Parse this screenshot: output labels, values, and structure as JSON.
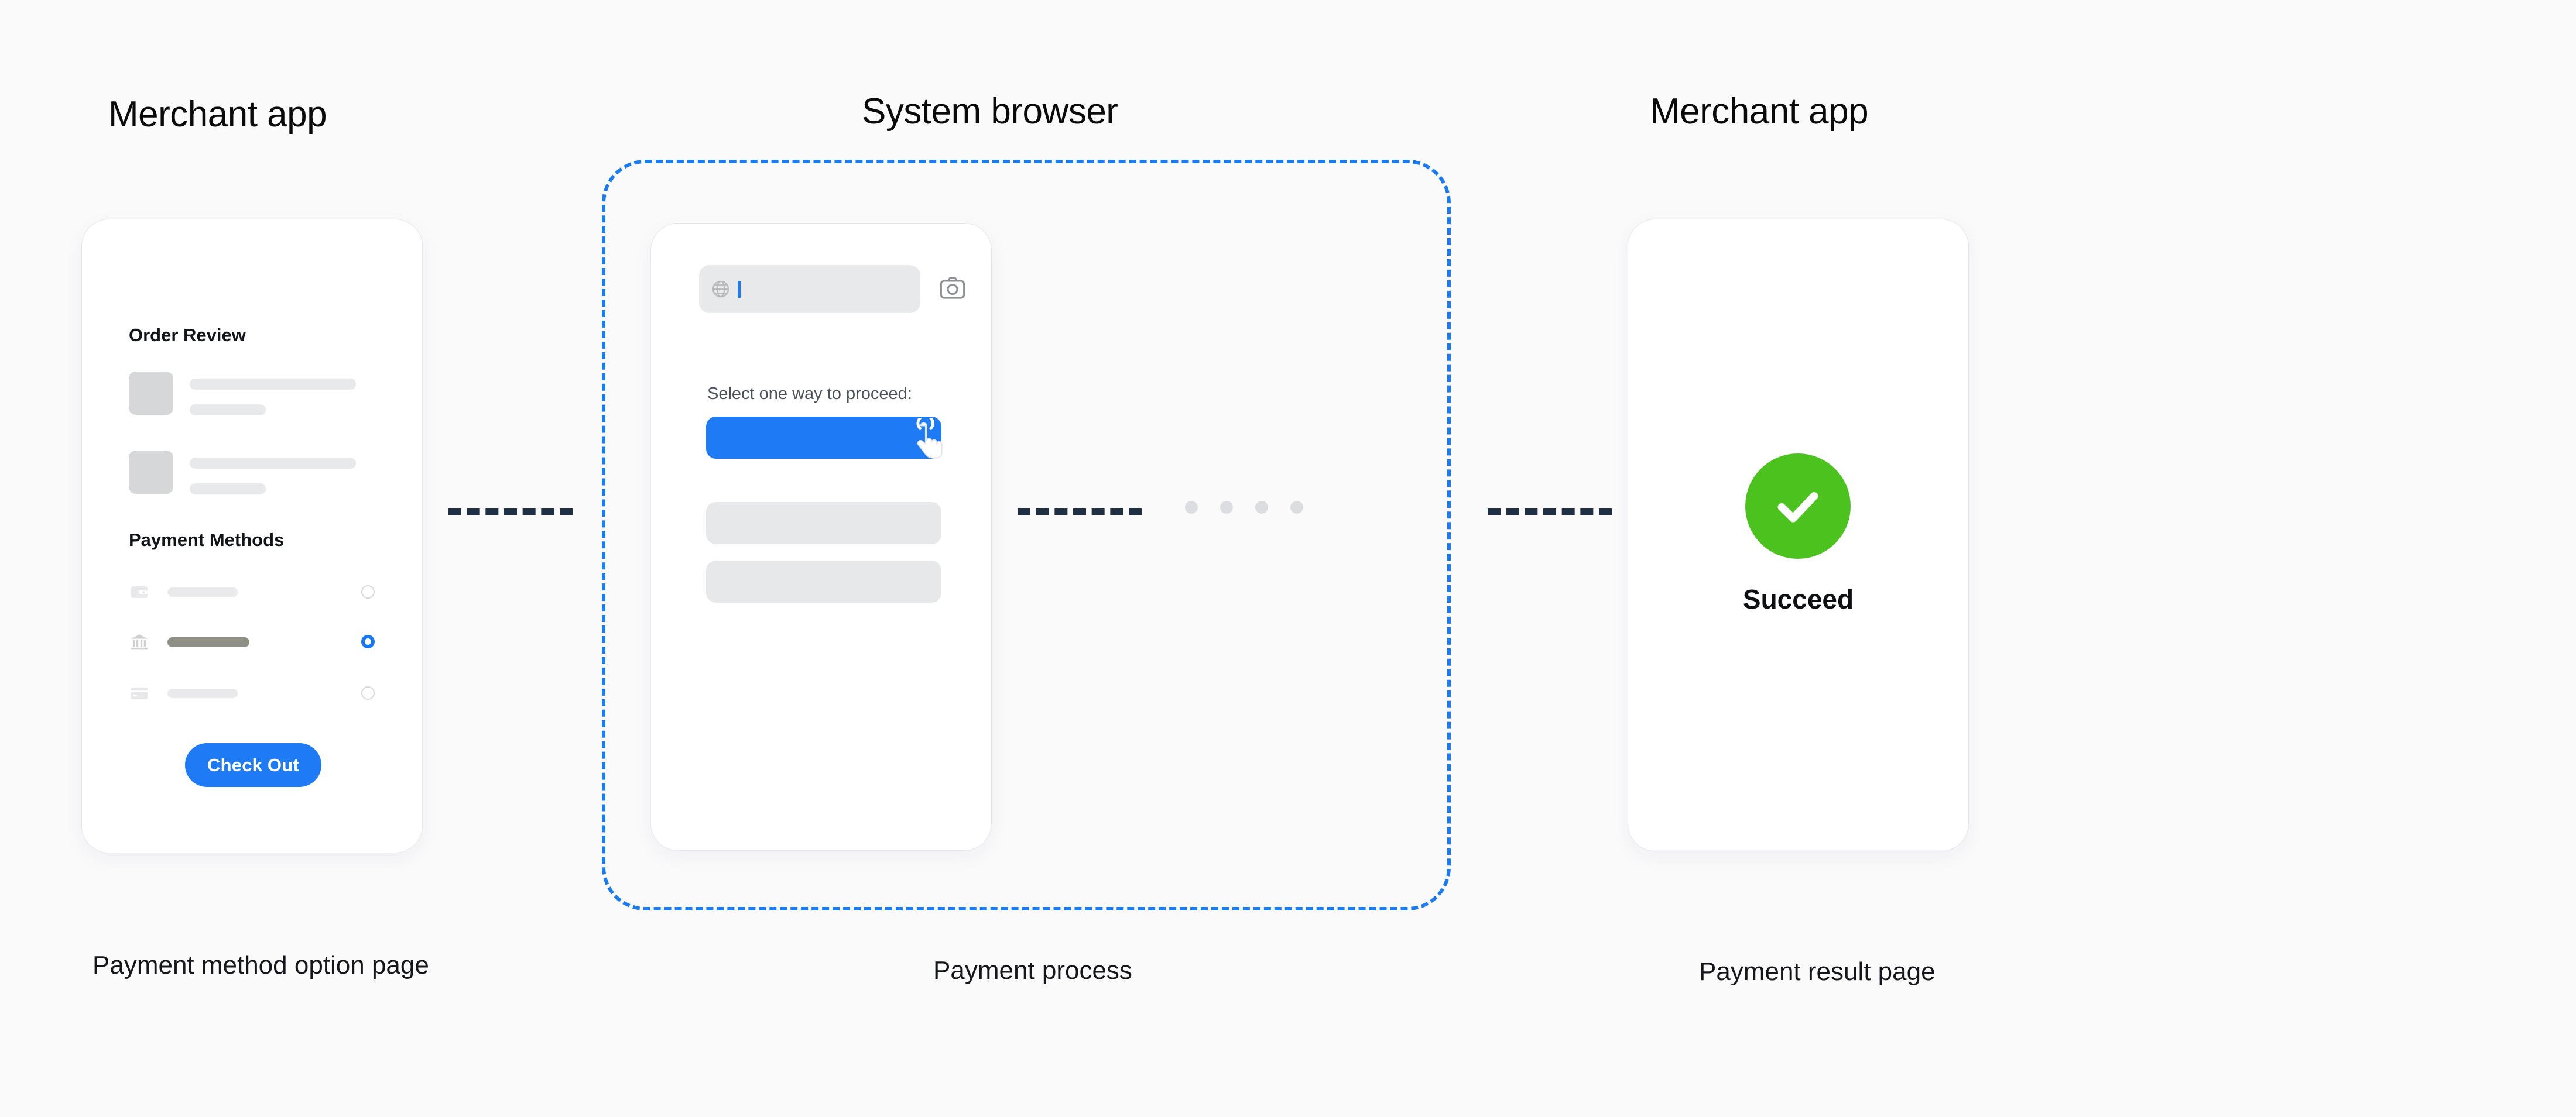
{
  "background_color": "#fafafb",
  "accent_blue": "#1f7bf4",
  "dashed_border_blue": "#1a7cf0",
  "success_green": "#4cc21f",
  "connector_navy": "#1f3044",
  "columns": {
    "left": {
      "heading": "Merchant app",
      "caption": "Payment method option page"
    },
    "center": {
      "heading": "System browser",
      "caption": "Payment process"
    },
    "right": {
      "heading": "Merchant app",
      "caption": "Payment result page"
    }
  },
  "merchant_checkout": {
    "order_review_title": "Order Review",
    "order_items": [
      {
        "title_placeholder": "",
        "subtitle_placeholder": ""
      },
      {
        "title_placeholder": "",
        "subtitle_placeholder": ""
      }
    ],
    "payment_methods_title": "Payment Methods",
    "payment_methods": [
      {
        "icon": "wallet-icon",
        "label": "",
        "selected": false
      },
      {
        "icon": "bank-icon",
        "label": "",
        "selected": true
      },
      {
        "icon": "credit-card-icon",
        "label": "",
        "selected": false
      }
    ],
    "checkout_button_label": "Check Out"
  },
  "system_browser": {
    "url_bar": {
      "icon": "globe-icon",
      "value": "",
      "placeholder": ""
    },
    "camera_icon": "camera-icon",
    "proceed_label": "Select one way to proceed:",
    "proceed_options": [
      {
        "label": "",
        "primary": true,
        "cursor_icon": "tap-cursor-icon"
      },
      {
        "label": "",
        "primary": false
      },
      {
        "label": "",
        "primary": false
      }
    ]
  },
  "payment_result": {
    "status_icon": "check-circle-icon",
    "status_label": "Succeed"
  },
  "flow": {
    "connector_style": "dashed",
    "connector_count": 3,
    "progress_dots": 4
  }
}
